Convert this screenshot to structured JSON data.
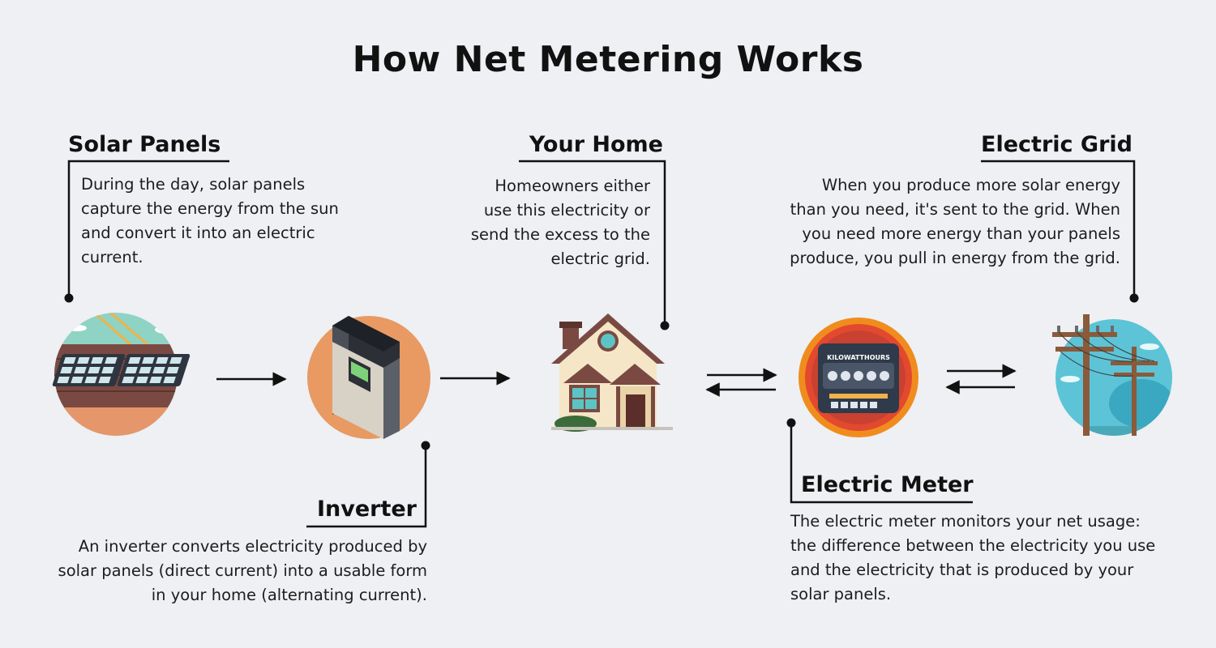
{
  "title": "How Net Metering Works",
  "nodes": {
    "solar_panels": {
      "heading": "Solar Panels",
      "lines": [
        "During the day, solar panels",
        "capture the energy from the sun",
        "and convert it into an electric",
        "current."
      ]
    },
    "inverter": {
      "heading": "Inverter",
      "lines": [
        "An inverter converts electricity produced by",
        "solar panels (direct current) into a usable form",
        "in your home (alternating current)."
      ]
    },
    "your_home": {
      "heading": "Your Home",
      "lines": [
        "Homeowners either",
        "use this electricity or",
        "send the excess to the",
        "electric grid."
      ]
    },
    "electric_meter": {
      "heading": "Electric Meter",
      "meter_label": "KILOWATTHOURS",
      "lines": [
        "The electric meter monitors your net usage:",
        "the difference between the electricity you use",
        "and the electricity that is produced by your",
        "solar panels."
      ]
    },
    "electric_grid": {
      "heading": "Electric Grid",
      "lines": [
        "When you produce more solar energy",
        "than you need, it's sent to the grid. When",
        "you need more energy than your panels",
        "produce, you pull in energy from the grid."
      ]
    }
  },
  "colors": {
    "background": "#eef0f3",
    "text": "#111111",
    "inverter_circle": "#e89a62",
    "solar_circle_sky": "#8fd3c4",
    "meter_ring": "#f08c1e",
    "grid_sky": "#5cc4d6"
  },
  "icons": [
    "solar-panel-icon",
    "inverter-icon",
    "house-icon",
    "electric-meter-icon",
    "power-pole-icon"
  ]
}
